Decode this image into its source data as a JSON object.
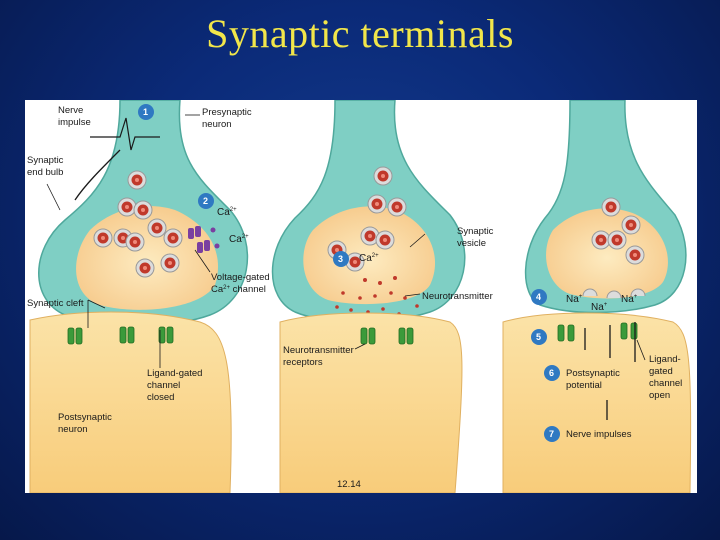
{
  "title": "Synaptic terminals",
  "figure_number": "12.14",
  "labels": {
    "nerve_impulse_1": "Nerve",
    "nerve_impulse_2": "impulse",
    "presynaptic_1": "Presynaptic",
    "presynaptic_2": "neuron",
    "synaptic_end_bulb_1": "Synaptic",
    "synaptic_end_bulb_2": "end bulb",
    "ca_1": "Ca",
    "ca_2": "Ca",
    "ca_3": "Ca",
    "vg_channel_1": "Voltage-gated",
    "vg_channel_2": "Ca",
    "vg_channel_3": "channel",
    "synaptic_cleft": "Synaptic cleft",
    "ligand_closed_1": "Ligand-gated",
    "ligand_closed_2": "channel",
    "ligand_closed_3": "closed",
    "postsynaptic_1": "Postsynaptic",
    "postsynaptic_2": "neuron",
    "synaptic_vesicle_1": "Synaptic",
    "synaptic_vesicle_2": "vesicle",
    "neurotransmitter": "Neurotransmitter",
    "nt_receptors_1": "Neurotransmitter",
    "nt_receptors_2": "receptors",
    "na_1": "Na",
    "na_2": "Na",
    "na_3": "Na",
    "postsynaptic_potential_1": "Postsynaptic",
    "postsynaptic_potential_2": "potential",
    "ligand_open_1": "Ligand-",
    "ligand_open_2": "gated",
    "ligand_open_3": "channel",
    "ligand_open_4": "open",
    "nerve_impulses": "Nerve impulses",
    "ca_charge": "2+",
    "na_charge": "+"
  },
  "steps": [
    "1",
    "2",
    "3",
    "4",
    "5",
    "6",
    "7"
  ],
  "colors": {
    "terminal": "#7fcfc4",
    "terminal_dark": "#4fa89c",
    "cytoplasm": "#fbe2a6",
    "post": "#fbd98c",
    "vesicle": "#d9d9d9",
    "nt": "#c0392b",
    "channel": "#3b9a3a",
    "ca_channel": "#7a3fa0",
    "step_badge": "#2f79c2",
    "title": "#f2e64a"
  }
}
